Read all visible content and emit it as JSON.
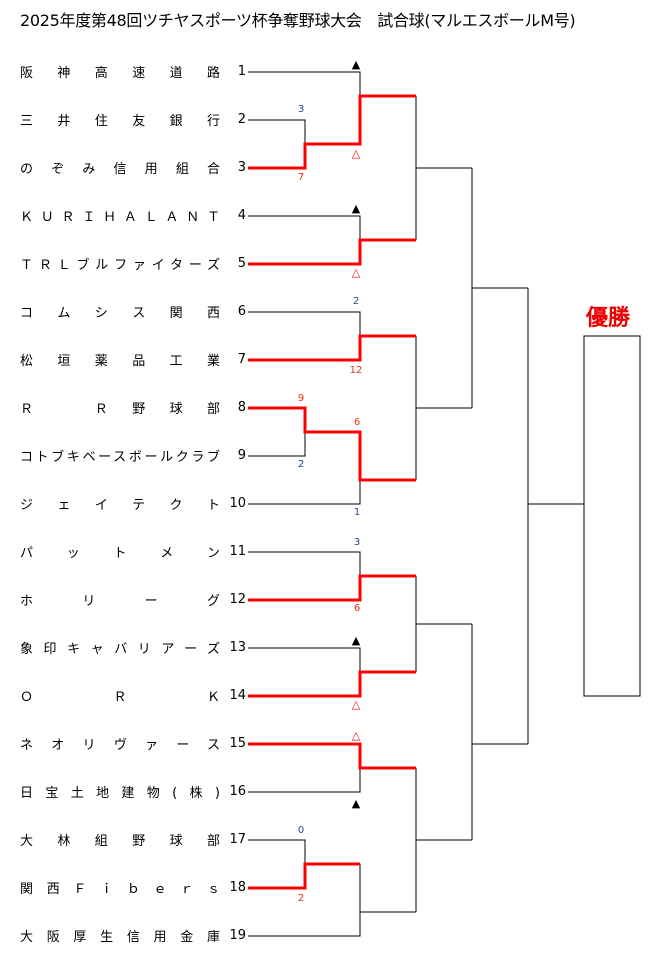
{
  "title": "2025年度第48回ツチヤスポーツ杯争奪野球大会　試合球(マルエスボールM号)",
  "winner_label": "優勝",
  "colors": {
    "win_line": "#ff0000",
    "line": "#000000",
    "win_score": "#e8300a",
    "lose_score": "#1a4a8a"
  },
  "teams": [
    {
      "name": "阪神高速道路",
      "num": "1"
    },
    {
      "name": "三井住友銀行",
      "num": "2"
    },
    {
      "name": "のぞみ信用組合",
      "num": "3"
    },
    {
      "name": "ＫＵＲＩＨＡＬＡＮＴ",
      "num": "4"
    },
    {
      "name": "ＴＲＬブルファイターズ",
      "num": "5"
    },
    {
      "name": "コムシス関西",
      "num": "6"
    },
    {
      "name": "松垣薬品工業",
      "num": "7"
    },
    {
      "name": "Ｒ　Ｒ野球部",
      "num": "8"
    },
    {
      "name": "コトブキベースボールクラブ",
      "num": "9"
    },
    {
      "name": "ジェイテクト",
      "num": "10"
    },
    {
      "name": "パットメン",
      "num": "11"
    },
    {
      "name": "ホリーグ",
      "num": "12"
    },
    {
      "name": "象印キャバリアーズ",
      "num": "13"
    },
    {
      "name": "ＯＲＫ",
      "num": "14"
    },
    {
      "name": "ネオリヴァース",
      "num": "15"
    },
    {
      "name": "日宝土地建物(株)",
      "num": "16"
    },
    {
      "name": "大林組野球部",
      "num": "17"
    },
    {
      "name": "関西Ｆｉｂｅｒｓ",
      "num": "18"
    },
    {
      "name": "大阪厚生信用金庫",
      "num": "19"
    }
  ],
  "marks": [
    {
      "t": "▲",
      "w": false
    },
    {
      "t": "△",
      "w": true
    },
    {
      "t": "3",
      "w": false
    },
    {
      "t": "7",
      "w": true
    },
    {
      "t": "▲",
      "w": false
    },
    {
      "t": "△",
      "w": true
    },
    {
      "t": "2",
      "w": false
    },
    {
      "t": "12",
      "w": true
    },
    {
      "t": "9",
      "w": true
    },
    {
      "t": "2",
      "w": false
    },
    {
      "t": "6",
      "w": true
    },
    {
      "t": "1",
      "w": false
    },
    {
      "t": "3",
      "w": false
    },
    {
      "t": "6",
      "w": true
    },
    {
      "t": "▲",
      "w": false
    },
    {
      "t": "△",
      "w": true
    },
    {
      "t": "△",
      "w": true
    },
    {
      "t": "▲",
      "w": false
    },
    {
      "t": "0",
      "w": false
    },
    {
      "t": "2",
      "w": true
    }
  ]
}
